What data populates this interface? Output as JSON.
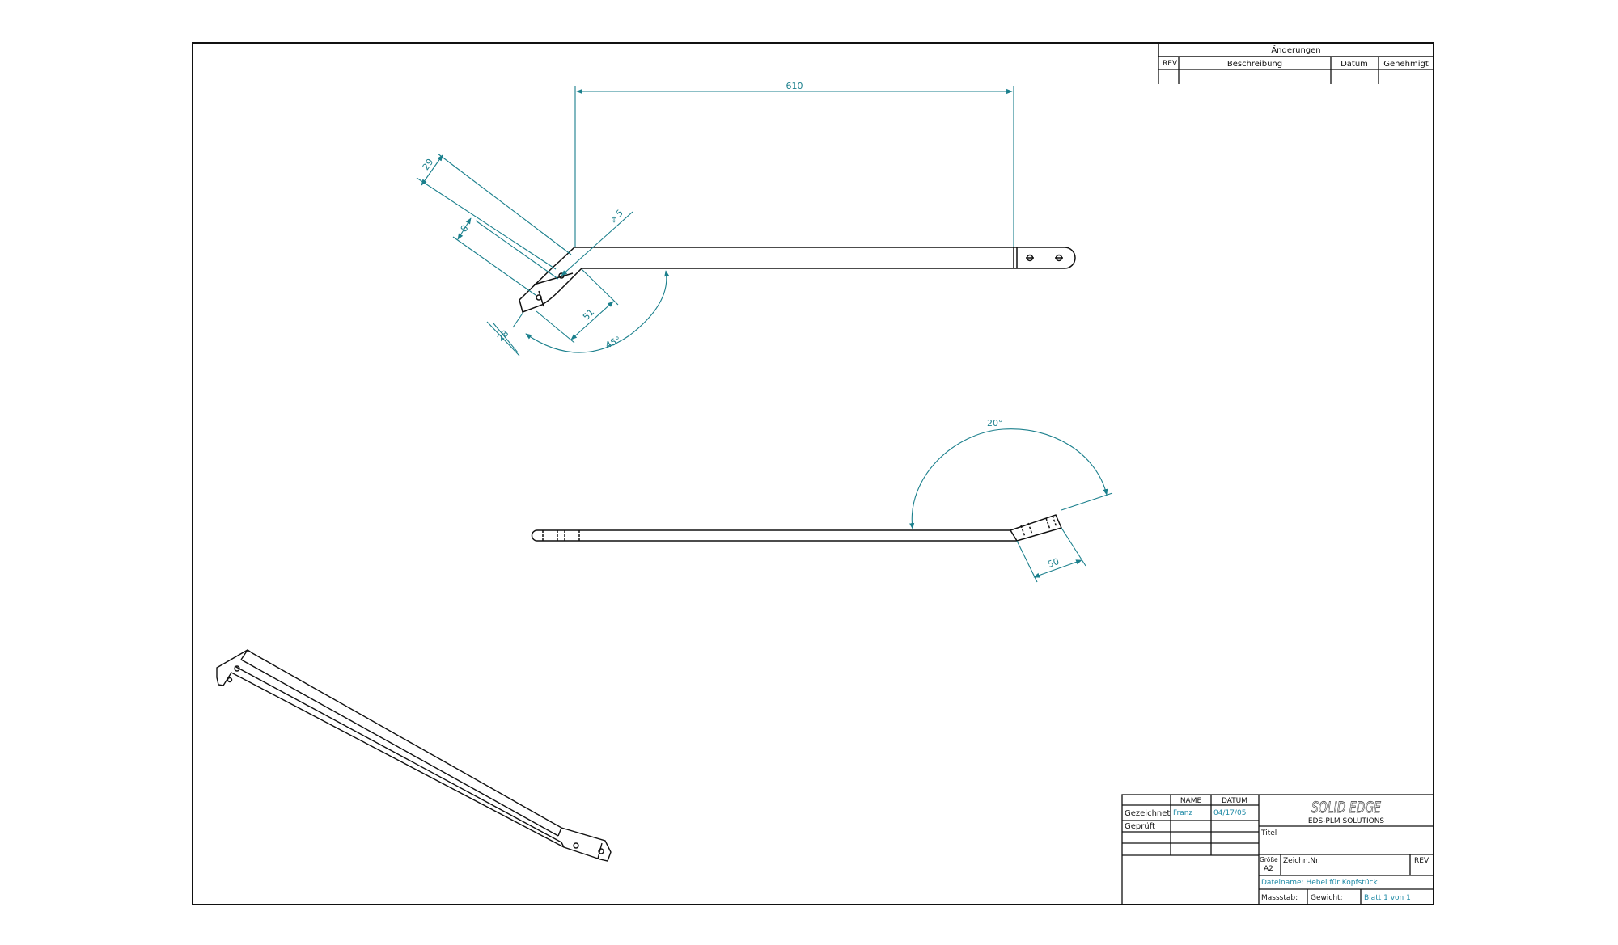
{
  "changes_table": {
    "title": "Änderungen",
    "columns": [
      "REV",
      "Beschreibung",
      "Datum",
      "Genehmigt"
    ]
  },
  "dimensions": {
    "top_view": [
      "610",
      "29",
      "8",
      "⌀ 5",
      "51",
      "28",
      "45°"
    ],
    "side_view": [
      "20°",
      "50"
    ]
  },
  "title_block": {
    "header_name": "NAME",
    "header_date": "DATUM",
    "drawn_label": "Gezeichnet",
    "drawn_name": "Franz",
    "drawn_date": "04/17/05",
    "checked_label": "Geprüft",
    "logo": "SOLID EDGE",
    "company": "EDS-PLM SOLUTIONS",
    "title_label": "Titel",
    "size_label": "Größe",
    "size_value": "A2",
    "drawing_no_label": "Zeichn.Nr.",
    "rev_label": "REV",
    "file_name": "Dateiname: Hebel für Kopfstück",
    "scale_label": "Massstab:",
    "weight_label": "Gewicht:",
    "sheet": "Blatt 1 von 1"
  },
  "colors": {
    "line": "#111111",
    "dimension": "#1a7f8c",
    "field_value": "#1f8aa6"
  }
}
